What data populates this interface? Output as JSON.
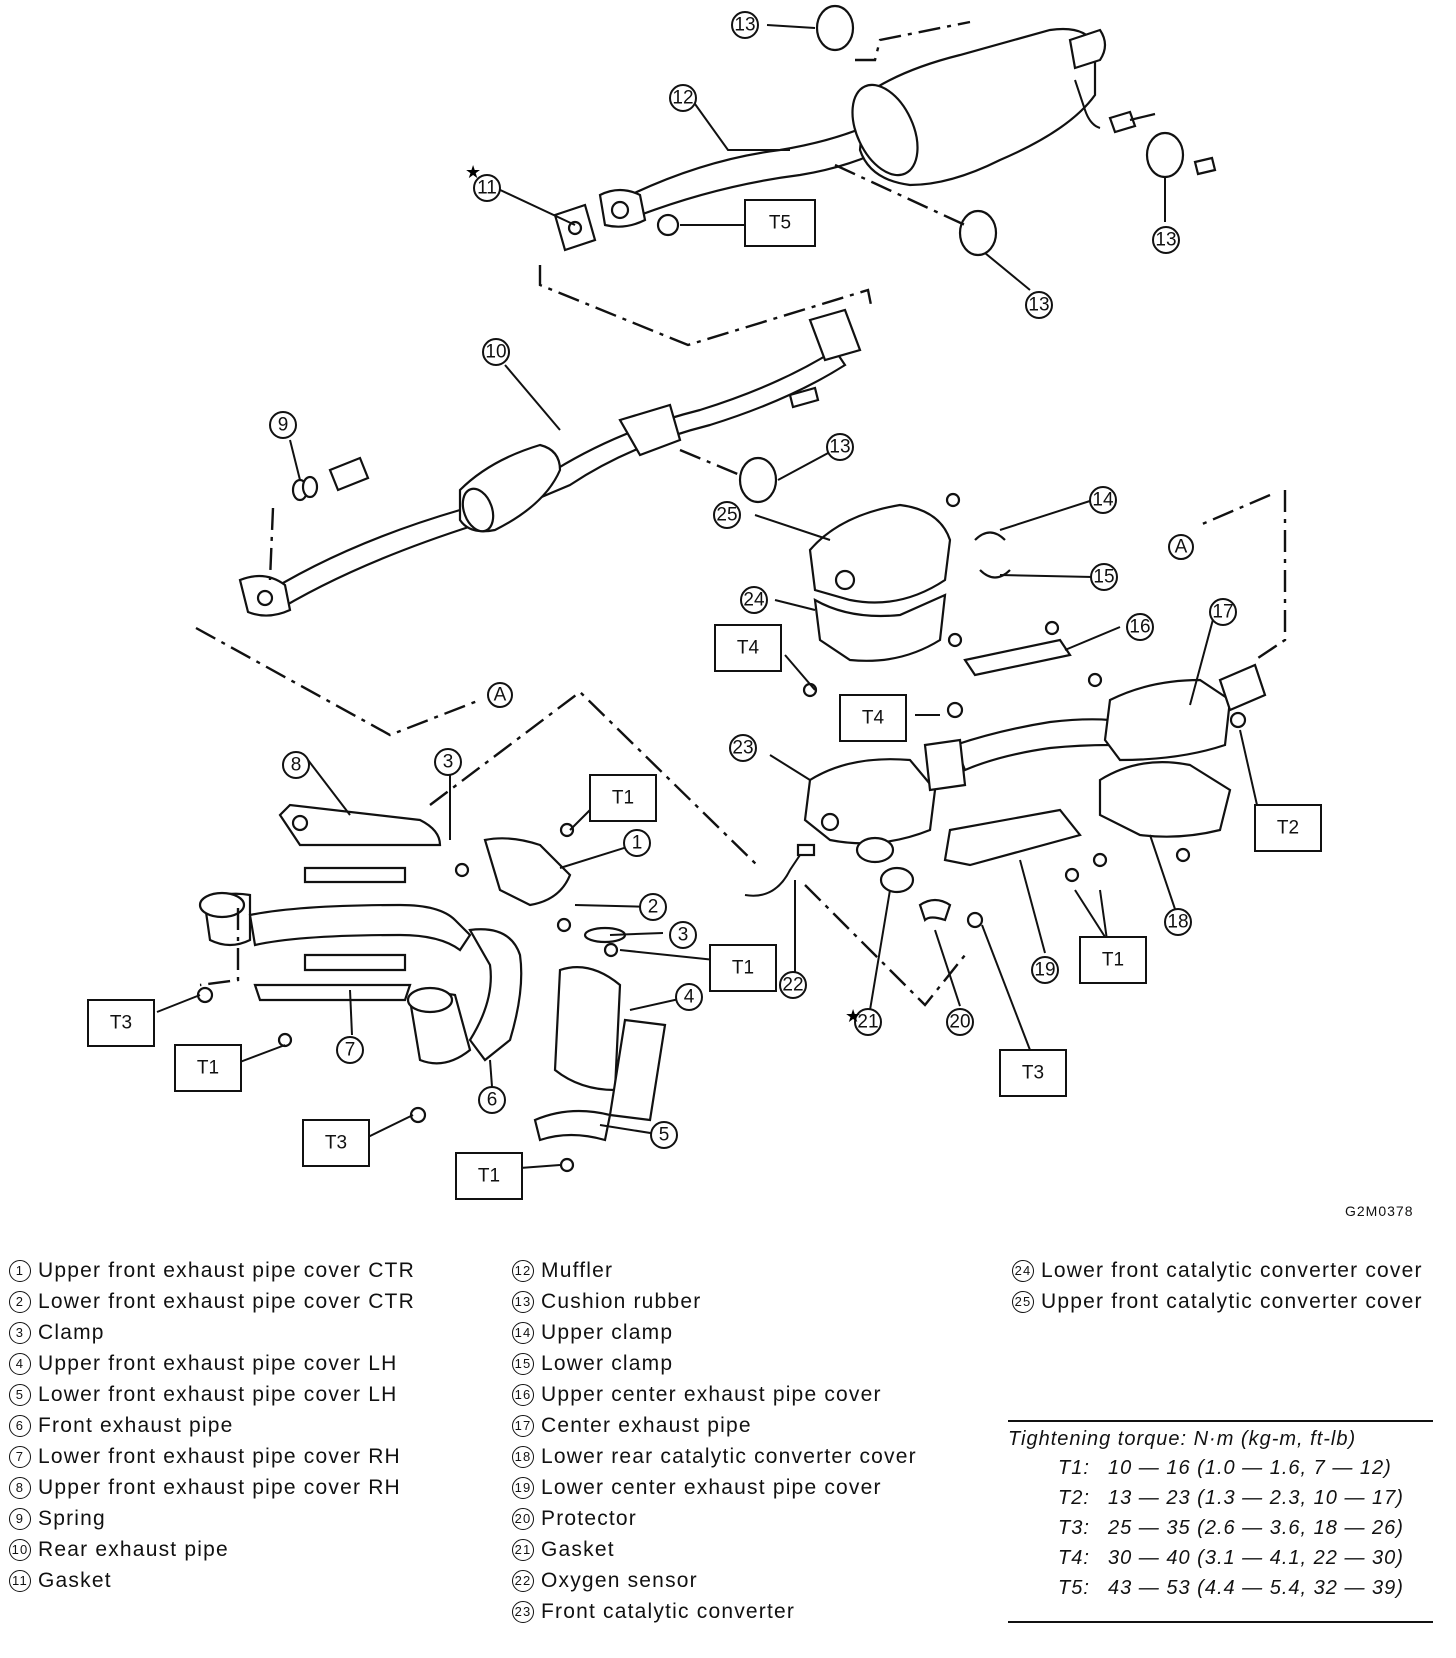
{
  "figure_code": "G2M0378",
  "callouts": [
    "1",
    "2",
    "3",
    "4",
    "5",
    "6",
    "7",
    "8",
    "9",
    "10",
    "11",
    "12",
    "13",
    "14",
    "15",
    "16",
    "17",
    "18",
    "19",
    "20",
    "21",
    "22",
    "23",
    "24",
    "25"
  ],
  "torque_tags": {
    "t1": "T1",
    "t2": "T2",
    "t3": "T3",
    "t4": "T4",
    "t5": "T5"
  },
  "connector_label": "A",
  "star": "★",
  "legend": {
    "col1": [
      {
        "num": "1",
        "text": "Upper front exhaust pipe cover CTR"
      },
      {
        "num": "2",
        "text": "Lower front exhaust pipe cover CTR"
      },
      {
        "num": "3",
        "text": "Clamp"
      },
      {
        "num": "4",
        "text": "Upper front exhaust pipe cover LH"
      },
      {
        "num": "5",
        "text": "Lower front exhaust pipe cover LH"
      },
      {
        "num": "6",
        "text": "Front exhaust pipe"
      },
      {
        "num": "7",
        "text": "Lower front exhaust pipe cover RH"
      },
      {
        "num": "8",
        "text": "Upper front exhaust pipe cover RH"
      },
      {
        "num": "9",
        "text": "Spring"
      },
      {
        "num": "10",
        "text": "Rear exhaust pipe"
      },
      {
        "num": "11",
        "text": "Gasket"
      }
    ],
    "col2": [
      {
        "num": "12",
        "text": "Muffler"
      },
      {
        "num": "13",
        "text": "Cushion rubber"
      },
      {
        "num": "14",
        "text": "Upper clamp"
      },
      {
        "num": "15",
        "text": "Lower clamp"
      },
      {
        "num": "16",
        "text": "Upper center exhaust pipe cover"
      },
      {
        "num": "17",
        "text": "Center exhaust pipe"
      },
      {
        "num": "18",
        "text": "Lower rear catalytic converter cover"
      },
      {
        "num": "19",
        "text": "Lower center exhaust pipe cover"
      },
      {
        "num": "20",
        "text": "Protector"
      },
      {
        "num": "21",
        "text": "Gasket"
      },
      {
        "num": "22",
        "text": "Oxygen sensor"
      },
      {
        "num": "23",
        "text": "Front catalytic converter"
      }
    ],
    "col3": [
      {
        "num": "24",
        "text": "Lower front catalytic converter cover"
      },
      {
        "num": "25",
        "text": "Upper front catalytic converter cover"
      }
    ]
  },
  "torque": {
    "header": "Tightening torque: N·m (kg-m, ft-lb)",
    "rows": [
      {
        "label": "T1:",
        "value": "10 — 16 (1.0 — 1.6, 7 — 12)"
      },
      {
        "label": "T2:",
        "value": "13 — 23 (1.3 — 2.3, 10 — 17)"
      },
      {
        "label": "T3:",
        "value": "25 — 35 (2.6 — 3.6, 18 — 26)"
      },
      {
        "label": "T4:",
        "value": "30 — 40 (3.1 — 4.1, 22 — 30)"
      },
      {
        "label": "T5:",
        "value": "43 — 53 (4.4 — 5.4, 32 — 39)"
      }
    ]
  }
}
